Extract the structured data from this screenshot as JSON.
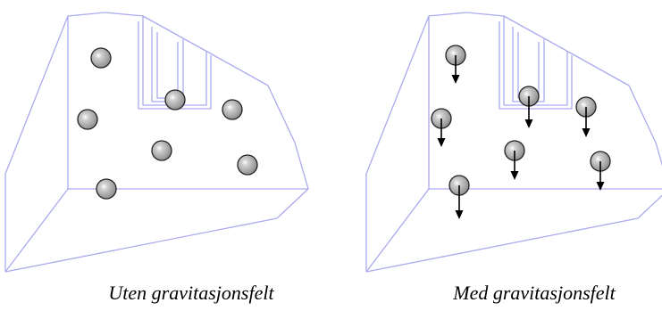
{
  "captions": {
    "left": "Uten gravitasjonsfelt",
    "right": "Med gravitasjonsfelt"
  },
  "colors": {
    "outline": "#aaaaee",
    "ball_fill": "#a6a6a6",
    "ball_stroke": "#222222",
    "arrow": "#000000",
    "caption_text": "#000000"
  },
  "panels": [
    {
      "name": "panel-without-gravity",
      "ball_count": 7,
      "arrows": false
    },
    {
      "name": "panel-with-gravity",
      "ball_count": 7,
      "arrows": true
    }
  ]
}
